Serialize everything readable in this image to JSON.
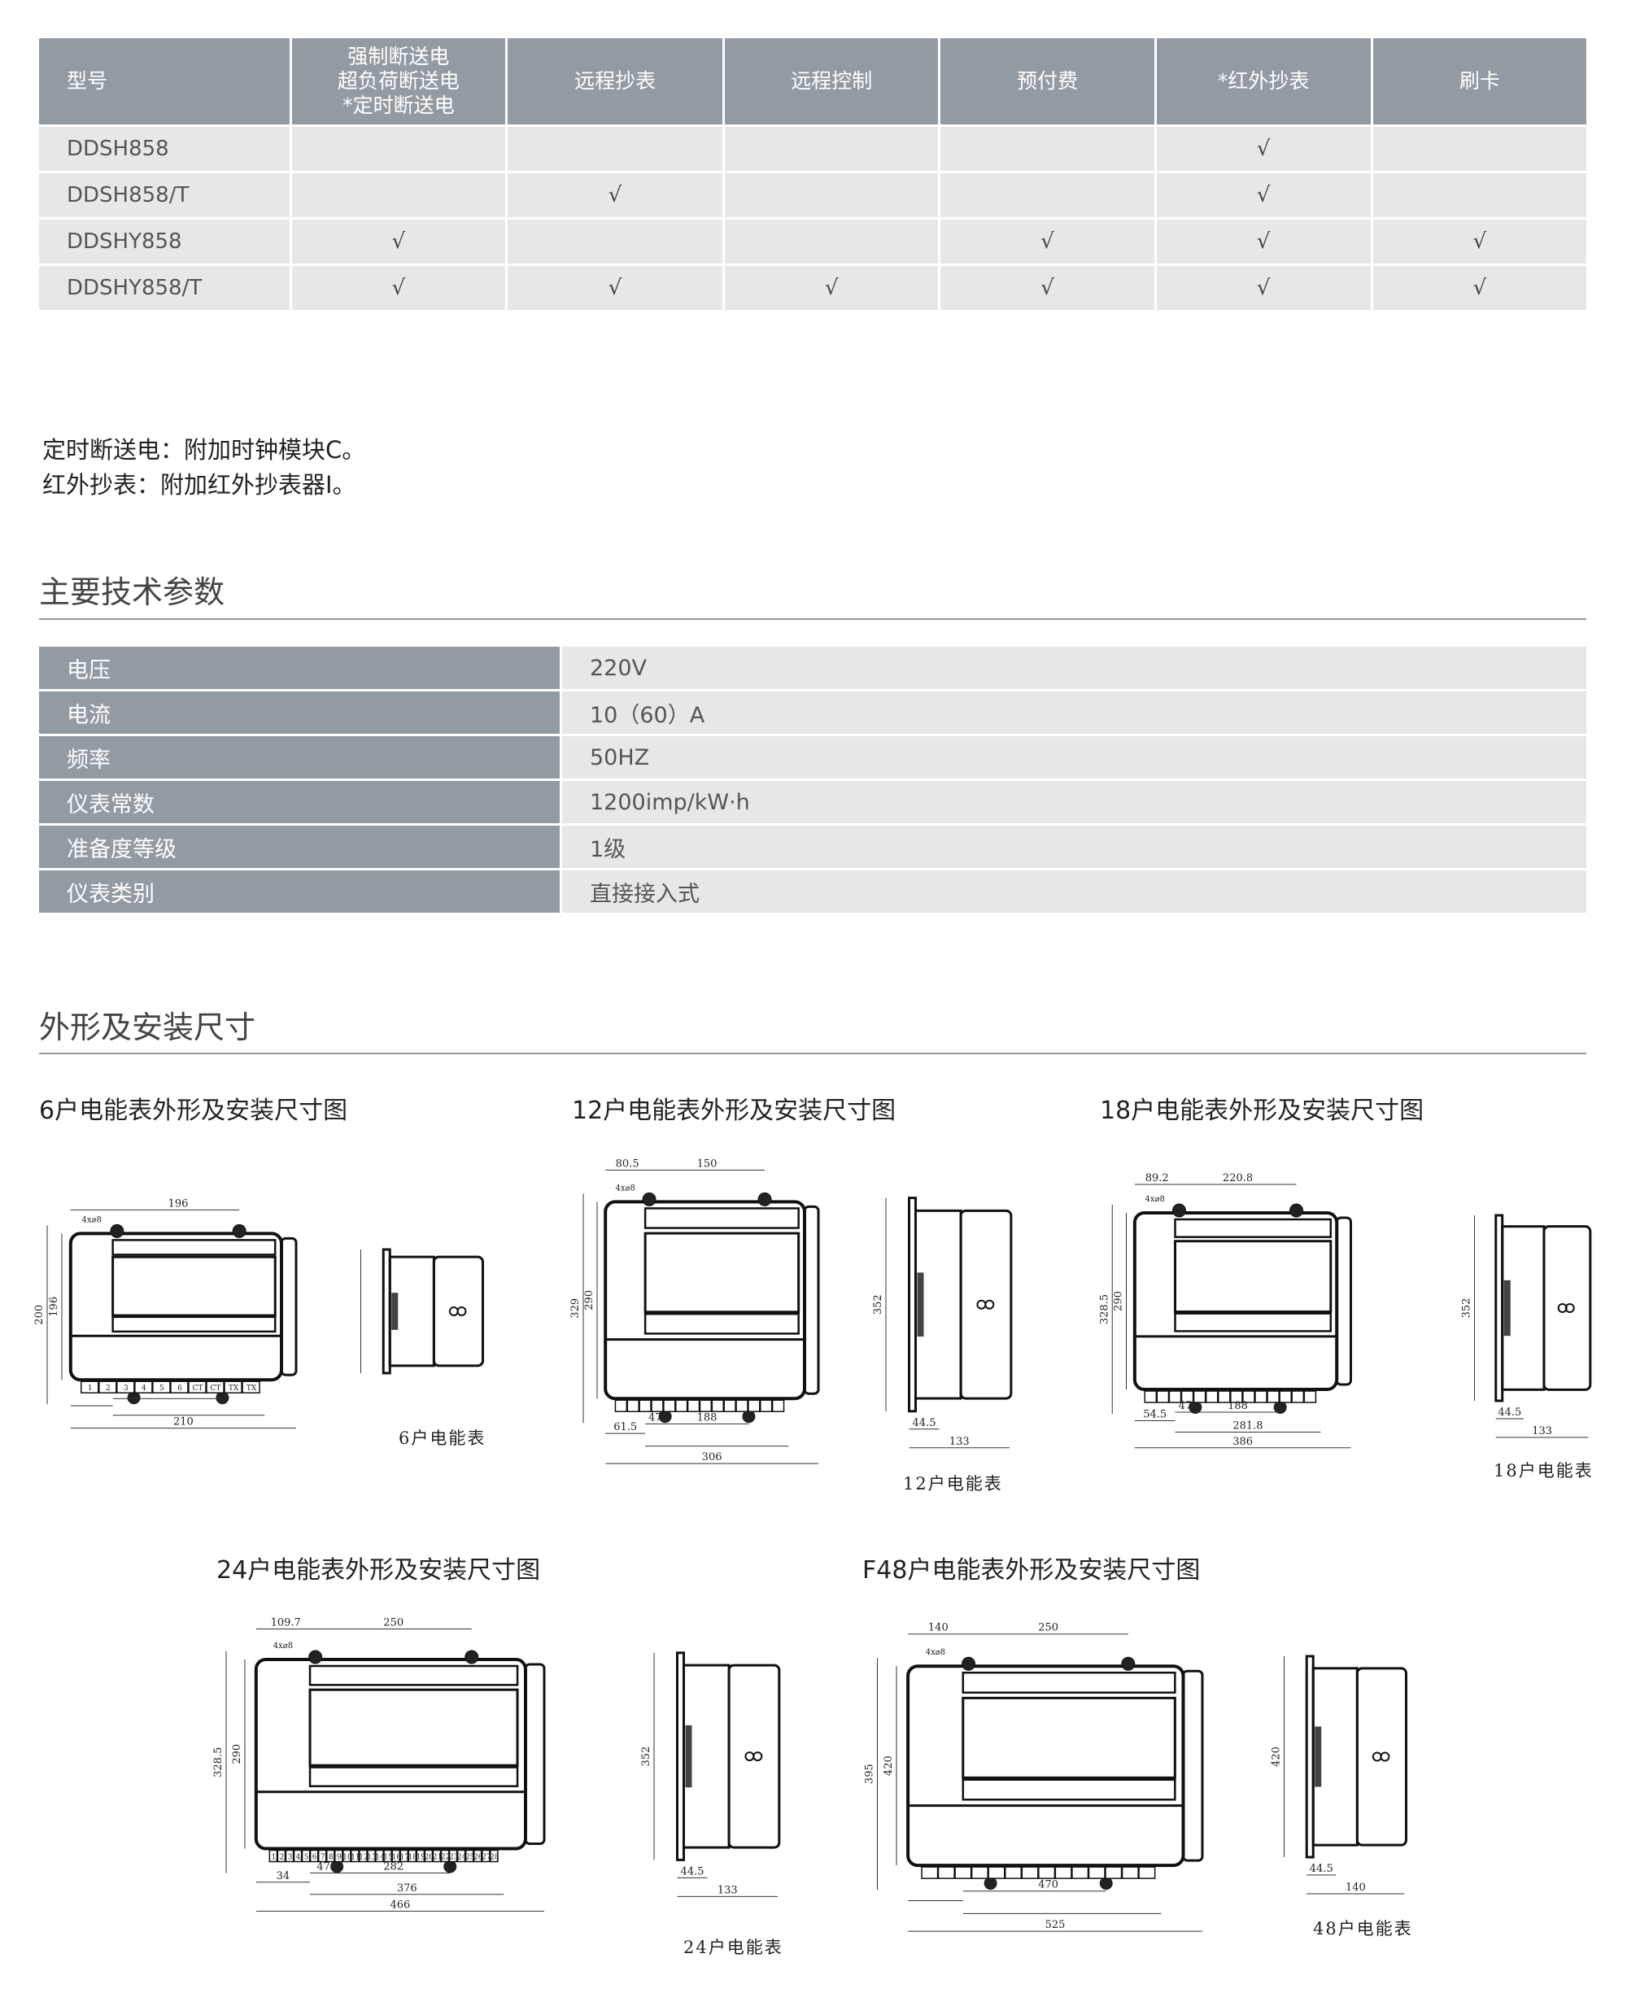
{
  "feature_table": {
    "headers": [
      "型号",
      "强制断送电\n超负荷断送电\n*定时断送电",
      "远程抄表",
      "远程控制",
      "预付费",
      "*红外抄表",
      "刷卡"
    ],
    "check_mark": "√",
    "rows": [
      {
        "model": "DDSH858",
        "flags": [
          false,
          false,
          false,
          false,
          true,
          false
        ]
      },
      {
        "model": "DDSH858/T",
        "flags": [
          false,
          true,
          false,
          false,
          true,
          false
        ]
      },
      {
        "model": "DDSHY858",
        "flags": [
          true,
          false,
          false,
          true,
          true,
          true
        ]
      },
      {
        "model": "DDSHY858/T",
        "flags": [
          true,
          true,
          true,
          true,
          true,
          true
        ]
      }
    ]
  },
  "notes": [
    "定时断送电：附加时钟模块C。",
    "红外抄表：附加红外抄表器I。"
  ],
  "tech_section": {
    "title": "主要技术参数",
    "params": [
      {
        "label": "电压",
        "value": "220V"
      },
      {
        "label": "电流",
        "value": "10（60）A"
      },
      {
        "label": "频率",
        "value": "50HZ"
      },
      {
        "label": "仪表常数",
        "value": "1200imp/kW·h"
      },
      {
        "label": "准备度等级",
        "value": "1级"
      },
      {
        "label": "仪表类别",
        "value": "直接接入式"
      }
    ]
  },
  "dim_section": {
    "title": "外形及安装尺寸",
    "diagrams": [
      {
        "title": "6户电能表外形及安装尺寸图",
        "caption": "6户电能表",
        "hole": "4x⌀8",
        "dims": {
          "top_a": "",
          "top_b": "196",
          "h_outer": "200",
          "h_inner": "196",
          "bottom_a": "",
          "bottom_b": "",
          "bottom_c": "",
          "width": "210",
          "side_h": "",
          "side_a": "",
          "side_w": ""
        },
        "terminals": [
          "1",
          "2",
          "3",
          "4",
          "5",
          "6",
          "CT",
          "CT",
          "TX",
          "TX"
        ]
      },
      {
        "title": "12户电能表外形及安装尺寸图",
        "caption": "12户电能表",
        "hole": "4x⌀8",
        "dims": {
          "top_a": "80.5",
          "top_b": "150",
          "h_outer": "329",
          "h_inner": "290",
          "bottom_a": "61.5",
          "bottom_b": "47",
          "bottom_c": "188",
          "width": "306",
          "side_h": "352",
          "side_a": "44.5",
          "side_w": "133"
        },
        "terminals": []
      },
      {
        "title": "18户电能表外形及安装尺寸图",
        "caption": "18户电能表",
        "hole": "4x⌀8",
        "dims": {
          "top_a": "89.2",
          "top_b": "220.8",
          "h_outer": "328.5",
          "h_inner": "290",
          "bottom_a": "54.5",
          "bottom_b": "47",
          "bottom_c": "188",
          "bottom_d": "281.8",
          "width": "386",
          "side_h": "352",
          "side_a": "44.5",
          "side_w": "133"
        },
        "terminals": []
      },
      {
        "title": "24户电能表外形及安装尺寸图",
        "caption": "24户电能表",
        "hole": "4x⌀8",
        "dims": {
          "top_a": "109.7",
          "top_b": "250",
          "h_outer": "328.5",
          "h_inner": "290",
          "bottom_a": "34",
          "bottom_b": "47",
          "bottom_c": "282",
          "bottom_d": "376",
          "width": "466",
          "side_h": "352",
          "side_a": "44.5",
          "side_w": "133"
        },
        "terminals": [
          "1",
          "2",
          "3",
          "4",
          "5",
          "6",
          "7",
          "8",
          "9",
          "10",
          "11",
          "12",
          "13",
          "14",
          "15",
          "16",
          "17",
          "18",
          "19",
          "20",
          "21",
          "22",
          "23",
          "24",
          "25",
          "26",
          "27",
          "28"
        ]
      },
      {
        "title": "F48户电能表外形及安装尺寸图",
        "caption": "48户电能表",
        "hole": "4x⌀8",
        "dims": {
          "top_a": "140",
          "top_b": "250",
          "h_outer": "395",
          "h_inner": "420",
          "bottom_a": "",
          "bottom_b": "",
          "bottom_c": "470",
          "width": "525",
          "side_h": "420",
          "side_a": "44.5",
          "side_w": "140"
        },
        "terminals": []
      }
    ]
  }
}
